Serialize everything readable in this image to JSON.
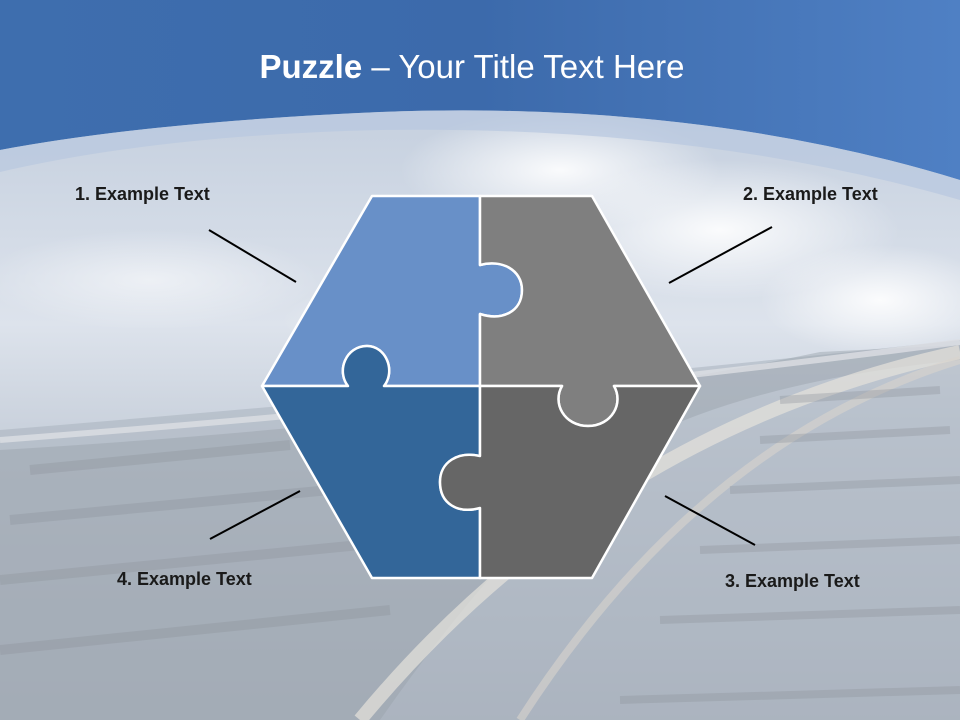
{
  "slide": {
    "title_main": "Puzzle",
    "title_sub": " – Your Title Text Here"
  },
  "labels": [
    "1. Example Text",
    "2. Example Text",
    "3. Example Text",
    "4. Example Text"
  ],
  "colors": {
    "piece_top_left": "#6890c8",
    "piece_top_right": "#7f7f7f",
    "piece_bottom_left": "#336699",
    "piece_bottom_right": "#666666",
    "header_band": "#4a78b8",
    "piece_border": "#ffffff"
  }
}
